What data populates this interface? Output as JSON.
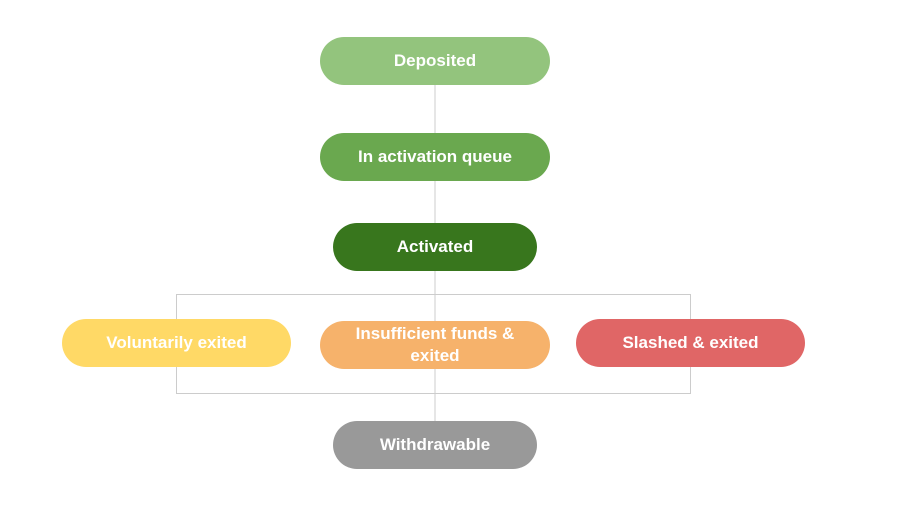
{
  "diagram": {
    "nodes": {
      "deposited": {
        "label": "Deposited",
        "color": "#93c47d"
      },
      "queue": {
        "label": "In activation queue",
        "color": "#6aa84f"
      },
      "activated": {
        "label": "Activated",
        "color": "#38761d"
      },
      "voluntary": {
        "label": "Voluntarily exited",
        "color": "#ffd966"
      },
      "insufficient": {
        "label": "Insufficient funds & exited",
        "color": "#f6b26b"
      },
      "slashed": {
        "label": "Slashed & exited",
        "color": "#e06666"
      },
      "withdrawable": {
        "label": "Withdrawable",
        "color": "#999999"
      }
    },
    "connector_color": "#cccccc"
  }
}
